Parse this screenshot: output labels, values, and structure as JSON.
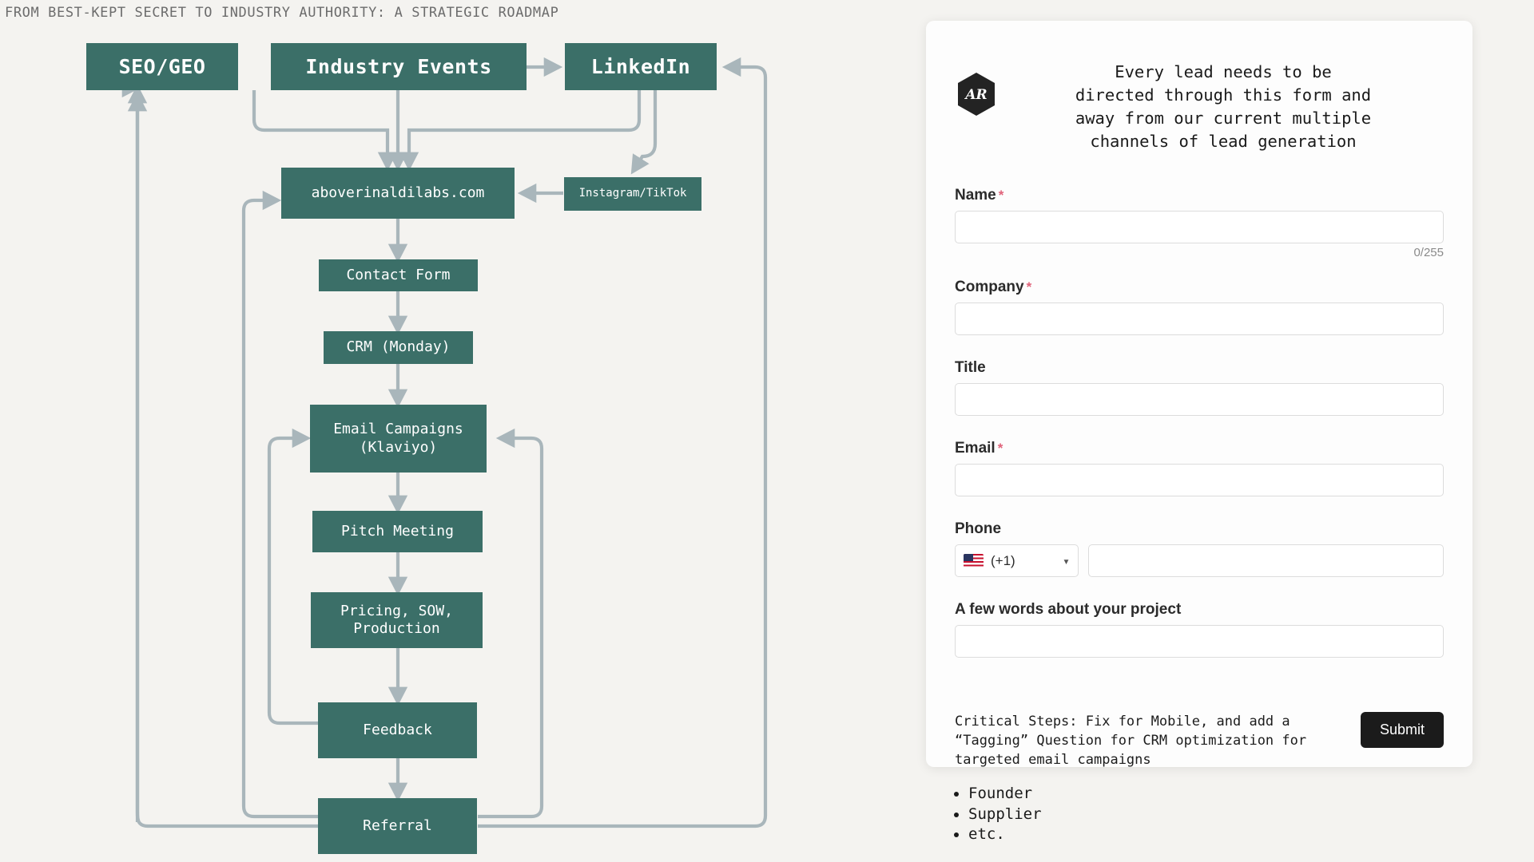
{
  "page": {
    "title": "FROM BEST-KEPT SECRET TO INDUSTRY AUTHORITY: A STRATEGIC ROADMAP",
    "background_color": "#f4f3f0",
    "node_color": "#3b6f68",
    "arrow_color": "#a9b6bb"
  },
  "flowchart": {
    "nodes": [
      {
        "id": "seo",
        "label": "SEO/GEO"
      },
      {
        "id": "events",
        "label": "Industry Events"
      },
      {
        "id": "linkedin",
        "label": "LinkedIn"
      },
      {
        "id": "website",
        "label": "aboverinaldilabs.com"
      },
      {
        "id": "social",
        "label": "Instagram/TikTok"
      },
      {
        "id": "contact",
        "label": "Contact Form"
      },
      {
        "id": "crm",
        "label": "CRM (Monday)"
      },
      {
        "id": "email",
        "label": "Email Campaigns\n(Klaviyo)"
      },
      {
        "id": "pitch",
        "label": "Pitch Meeting"
      },
      {
        "id": "pricing",
        "label": "Pricing, SOW,\nProduction"
      },
      {
        "id": "feedback",
        "label": "Feedback"
      },
      {
        "id": "referral",
        "label": "Referral"
      }
    ]
  },
  "panel": {
    "logo_text": "AR",
    "intro": "Every lead needs to be\ndirected through this form and\naway from our current multiple\nchannels of lead generation",
    "fields": [
      {
        "id": "name",
        "label": "Name",
        "required": true,
        "value": "",
        "counter": "0/255"
      },
      {
        "id": "company",
        "label": "Company",
        "required": true,
        "value": ""
      },
      {
        "id": "title",
        "label": "Title",
        "required": false,
        "value": ""
      },
      {
        "id": "email",
        "label": "Email",
        "required": true,
        "value": ""
      }
    ],
    "phone": {
      "label": "Phone",
      "required": false,
      "country_code": "(+1)",
      "flag": "us-flag-icon",
      "value": ""
    },
    "project": {
      "label": "A few words about your project",
      "required": false,
      "value": ""
    },
    "critical_note": "Critical Steps: Fix for Mobile, and add a\n“Tagging” Question for CRM optimization for\ntargeted email campaigns",
    "submit_label": "Submit",
    "required_marker": "*"
  },
  "bullets": [
    "Founder",
    "Supplier",
    "etc."
  ]
}
